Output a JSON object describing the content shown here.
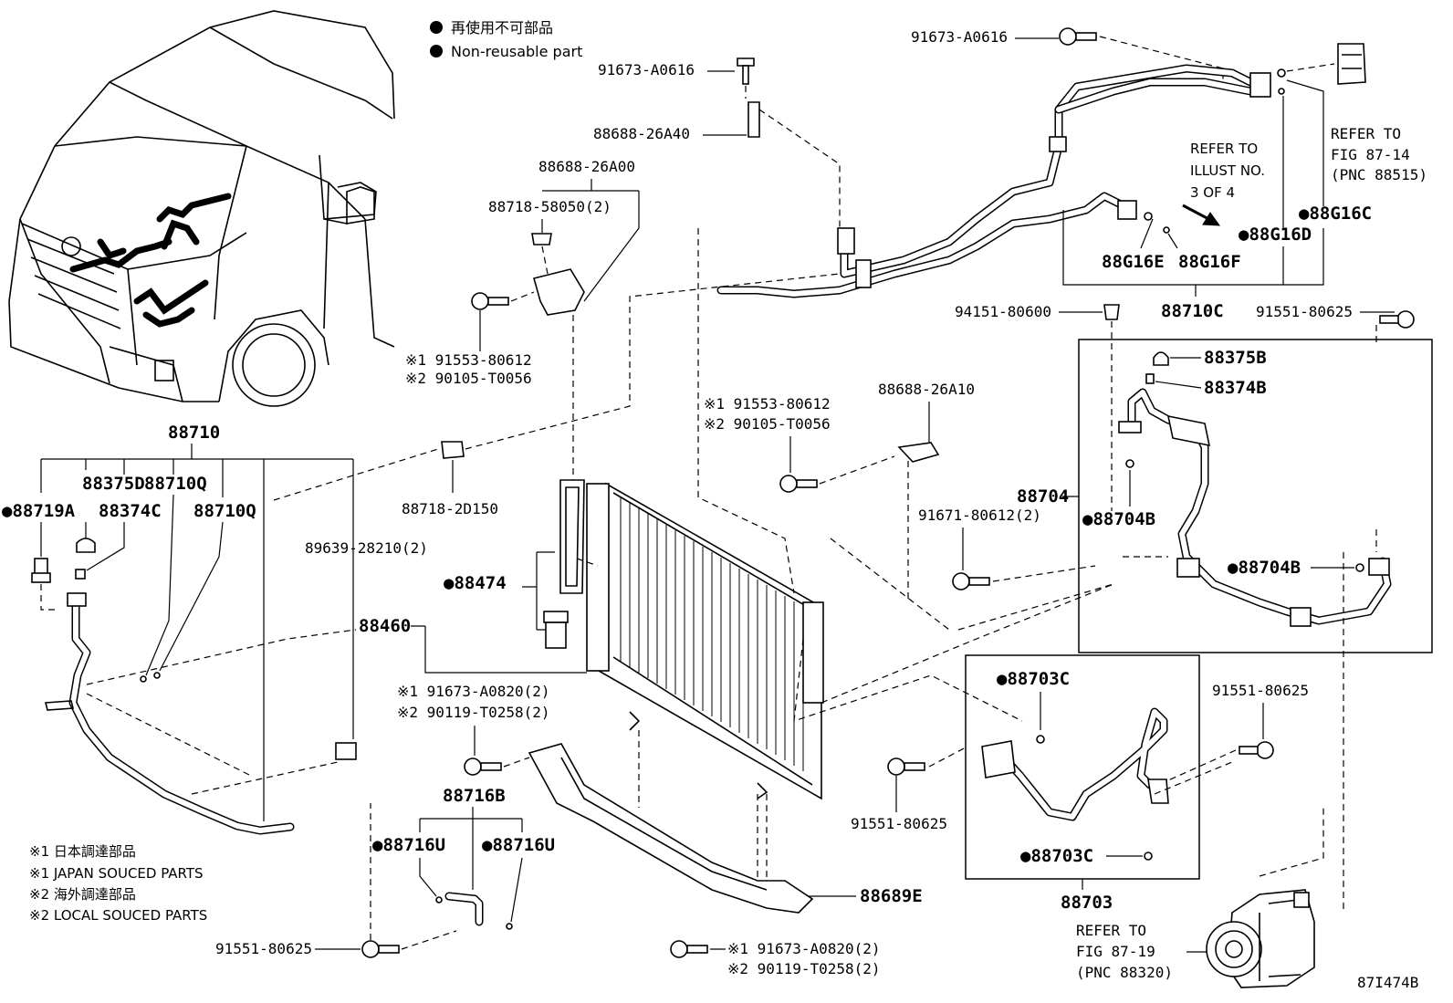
{
  "legend": {
    "non_reusable_ja": "再使用不可部品",
    "non_reusable_en": "Non-reusable part"
  },
  "refs": {
    "fig_87_14": [
      "REFER TO",
      "FIG 87-14",
      "(PNC 88515)"
    ],
    "illust_3of4": [
      "REFER TO",
      "ILLUST NO.",
      "3 OF 4"
    ],
    "fig_87_19": [
      "REFER TO",
      "FIG 87-19",
      "(PNC 88320)"
    ]
  },
  "notes": {
    "n1_ja": "※1 日本調達部品",
    "n1_en": "※1 JAPAN SOUCED PARTS",
    "n2_ja": "※2 海外調達部品",
    "n2_en": "※2 LOCAL SOUCED PARTS"
  },
  "illustration_id": "87I474B",
  "labels": {
    "p91673_a0616_top": "91673-A0616",
    "p91673_a0616_mid": "91673-A0616",
    "p88688_26a40": "88688-26A40",
    "p88688_26a00": "88688-26A00",
    "p88718_58050": "88718-58050(2)",
    "p91553_80612_a": "※1 91553-80612",
    "p90105_t0056_a": "※2 90105-T0056",
    "p88710": "88710",
    "p88375d": "88375D",
    "p88710q_a": "88710Q",
    "p88719a": "●88719A",
    "p88374c": "88374C",
    "p88710q_b": "88710Q",
    "p89639_28210": "89639-28210(2)",
    "p88718_2d150": "88718-2D150",
    "p88474": "●88474",
    "p88460": "88460",
    "p91673_a0820_a": "※1 91673-A0820(2)",
    "p90119_t0258_a": "※2 90119-T0258(2)",
    "p88716b": "88716B",
    "p88716u_a": "●88716U",
    "p88716u_b": "●88716U",
    "p91551_80625_bl": "91551-80625",
    "p88689e": "88689E",
    "p91673_a0820_b": "※1 91673-A0820(2)",
    "p90119_t0258_b": "※2 90119-T0258(2)",
    "p91553_80612_b": "※1 91553-80612",
    "p90105_t0056_b": "※2 90105-T0056",
    "p88688_26a10": "88688-26A10",
    "p91671_80612": "91671-80612(2)",
    "p88g16c": "●88G16C",
    "p88g16d": "●88G16D",
    "p88g16e": "88G16E",
    "p88g16f": "88G16F",
    "p94151_80600": "94151-80600",
    "p88710c": "88710C",
    "p91551_80625_r1": "91551-80625",
    "p88375b": "88375B",
    "p88374b": "88374B",
    "p88704": "88704",
    "p88704b_a": "●88704B",
    "p88704b_b": "●88704B",
    "p88703c_a": "●88703C",
    "p88703c_b": "●88703C",
    "p88703": "88703",
    "p91551_80625_r2": "91551-80625",
    "p91551_80625_mid": "91551-80625"
  }
}
